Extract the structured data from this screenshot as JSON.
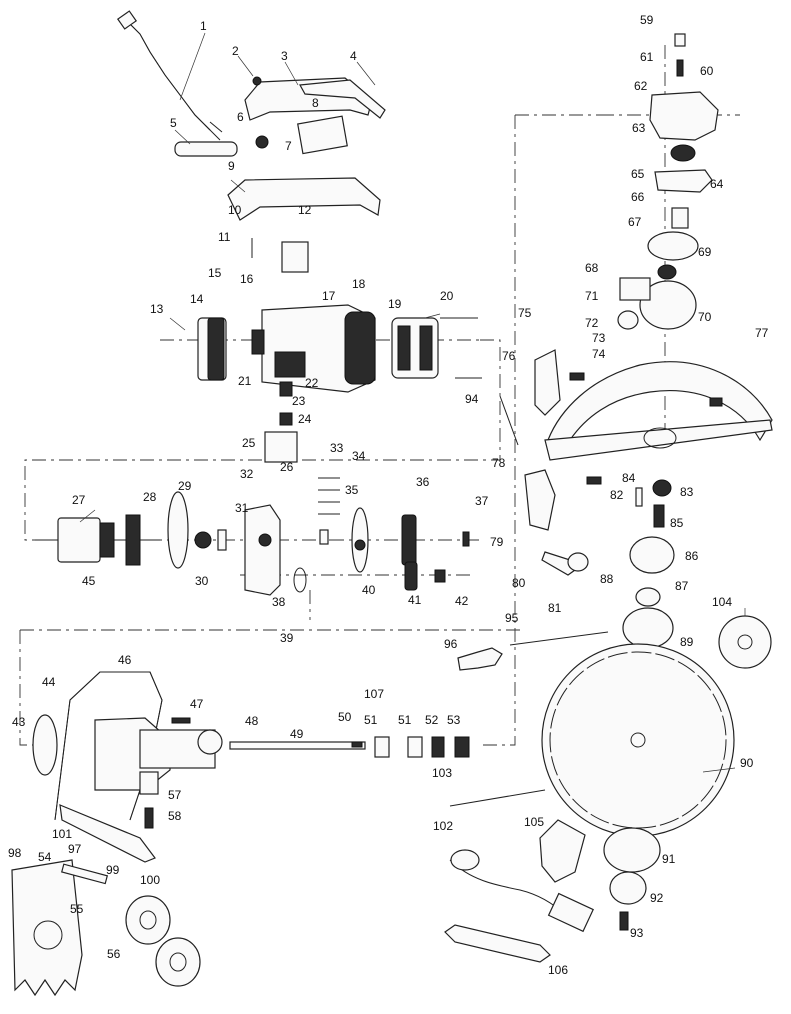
{
  "labels": [
    "1",
    "2",
    "3",
    "4",
    "5",
    "6",
    "7",
    "8",
    "9",
    "10",
    "11",
    "12",
    "13",
    "14",
    "15",
    "16",
    "17",
    "18",
    "19",
    "20",
    "21",
    "22",
    "23",
    "24",
    "25",
    "26",
    "27",
    "28",
    "29",
    "30",
    "31",
    "32",
    "33",
    "34",
    "35",
    "36",
    "37",
    "38",
    "39",
    "40",
    "41",
    "42",
    "43",
    "44",
    "45",
    "46",
    "47",
    "48",
    "49",
    "50",
    "51",
    "51",
    "52",
    "53",
    "54",
    "55",
    "56",
    "57",
    "58",
    "59",
    "60",
    "61",
    "62",
    "63",
    "64",
    "65",
    "66",
    "67",
    "68",
    "69",
    "70",
    "71",
    "72",
    "73",
    "74",
    "75",
    "76",
    "77",
    "78",
    "79",
    "80",
    "81",
    "82",
    "83",
    "84",
    "85",
    "86",
    "87",
    "88",
    "89",
    "90",
    "91",
    "92",
    "93",
    "94",
    "95",
    "96",
    "97",
    "98",
    "99",
    "100",
    "101",
    "102",
    "103",
    "104",
    "105",
    "106",
    "107"
  ]
}
